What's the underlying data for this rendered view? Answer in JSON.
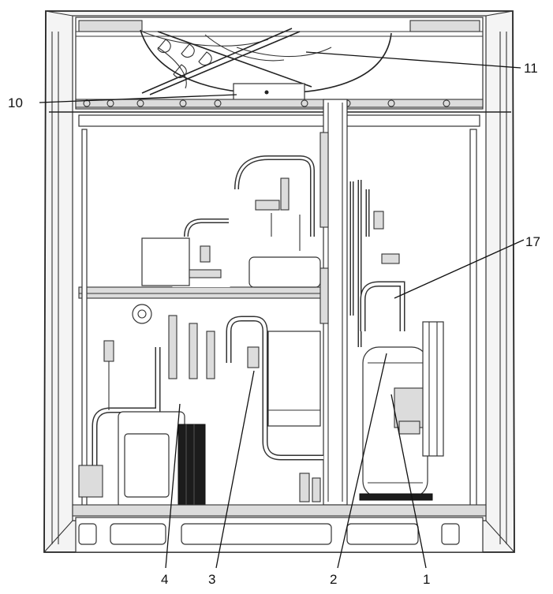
{
  "callouts": [
    {
      "id": "label-11",
      "text": "11"
    },
    {
      "id": "label-10",
      "text": "10"
    },
    {
      "id": "label-17",
      "text": "17"
    },
    {
      "id": "label-4",
      "text": "4"
    },
    {
      "id": "label-3",
      "text": "3"
    },
    {
      "id": "label-2",
      "text": "2"
    },
    {
      "id": "label-1",
      "text": "1"
    }
  ]
}
